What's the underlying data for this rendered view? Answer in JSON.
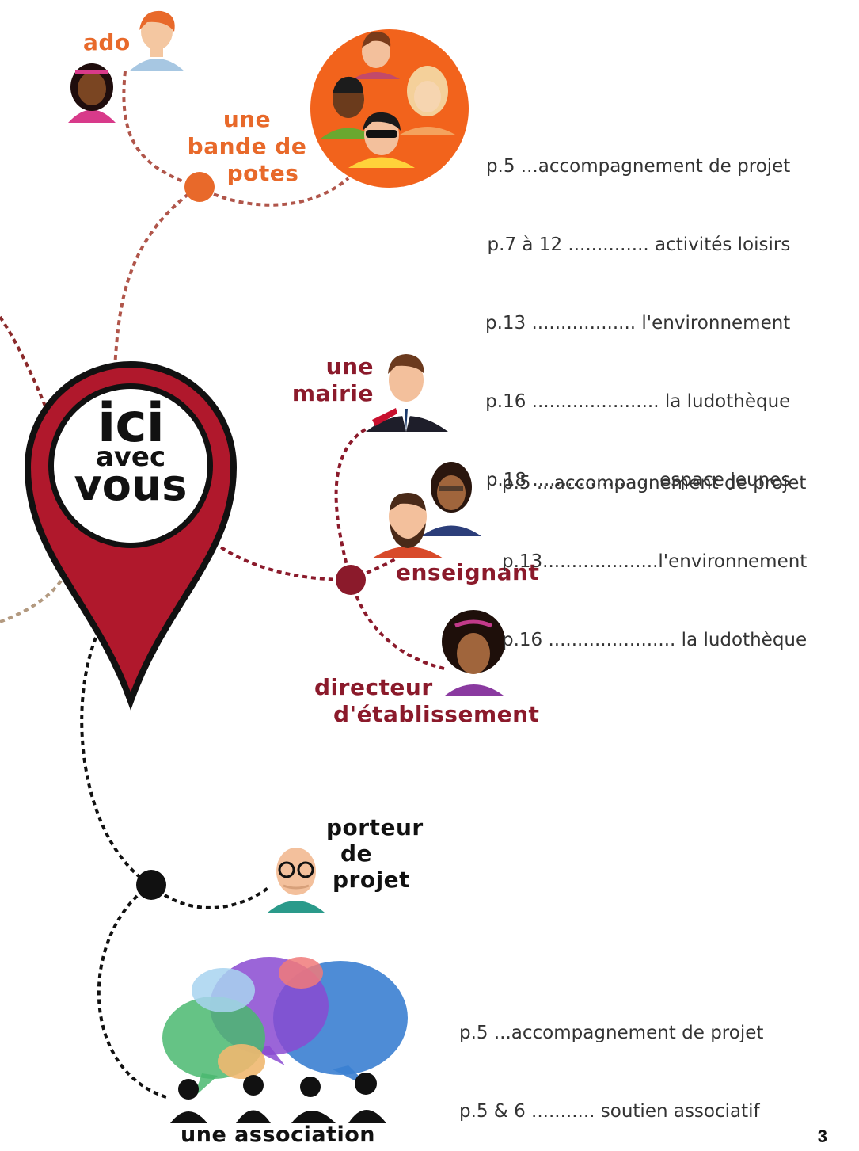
{
  "colors": {
    "orange": "#e8692a",
    "maroon": "#8b1a2b",
    "pin_red": "#b0182c",
    "black": "#111111"
  },
  "pin": {
    "line1": "ici",
    "line2": "avec",
    "line3": "vous"
  },
  "youth": {
    "ado_label": "ado",
    "group_label_1": "une",
    "group_label_2": "bande de",
    "group_label_3": "potes",
    "refs": [
      "p.5 ...accompagnement de projet",
      "p.7 à 12 .............. activités loisirs",
      "p.13 .................. l'environnement",
      "p.16 ...................... la ludothèque",
      "p.18 ..................... espace Jeunes"
    ]
  },
  "school": {
    "mairie_label_1": "une",
    "mairie_label_2": "mairie",
    "enseignant_label": "enseignant",
    "directeur_label_1": "directeur",
    "directeur_label_2": "d'établissement",
    "refs": [
      "p.5 ...accompagnement de projet",
      "p.13....................l'environnement",
      "p.16 ...................... la ludothèque"
    ]
  },
  "project": {
    "porteur_label_1": "porteur",
    "porteur_label_2": "de",
    "porteur_label_3": "projet",
    "association_label": "une association",
    "refs": [
      "p.5 ...accompagnement de projet",
      "p.5 & 6 ........... soutien associatif"
    ]
  },
  "page_number": "3"
}
